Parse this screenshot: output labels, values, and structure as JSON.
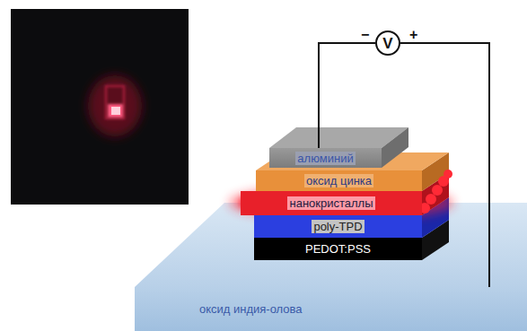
{
  "diagram": {
    "nodes": [
      {
        "text": [
          "V"
        ]
      },
      {
        "text": [
          "алюминий"
        ]
      },
      {
        "text": [
          "оксид цинка"
        ]
      },
      {
        "text": [
          "нанокристаллы"
        ]
      },
      {
        "text": [
          "poly-TPD"
        ]
      },
      {
        "text": [
          "PEDOT:PSS"
        ]
      },
      {
        "text": [
          "оксид индия-олова"
        ]
      }
    ],
    "edges": [
      {
        "from": 0,
        "to": 1,
        "arrow": "none"
      },
      {
        "from": 0,
        "to": 6,
        "arrow": "none"
      }
    ],
    "labels": [
      "−",
      "+"
    ]
  }
}
